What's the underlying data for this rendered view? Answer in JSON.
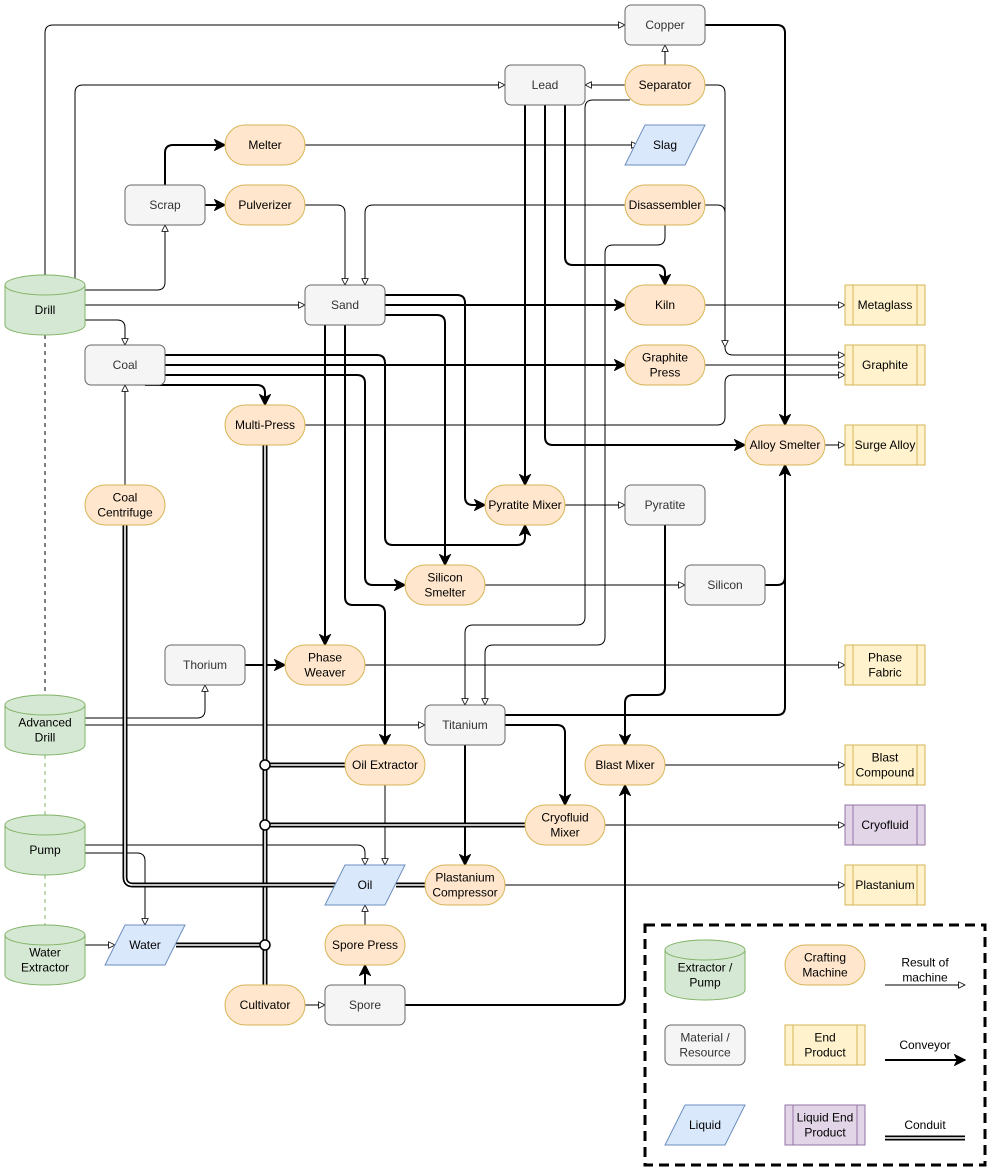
{
  "diagram": {
    "colors": {
      "extractor_fill": "#d5e8d4",
      "extractor_stroke": "#82b366",
      "machine_fill": "#ffe6cc",
      "machine_stroke": "#d6b656",
      "material_fill": "#f5f5f5",
      "material_stroke": "#666666",
      "liquid_fill": "#dae8fc",
      "liquid_stroke": "#6c8ebf",
      "product_fill": "#fff2cc",
      "product_stroke": "#d6b656",
      "liquid_product_fill": "#e1d5e7",
      "liquid_product_stroke": "#9673a6"
    },
    "nodes": [
      {
        "id": "copper",
        "type": "material",
        "lines": [
          "Copper"
        ]
      },
      {
        "id": "lead",
        "type": "material",
        "lines": [
          "Lead"
        ]
      },
      {
        "id": "separator",
        "type": "machine",
        "lines": [
          "Separator"
        ]
      },
      {
        "id": "melter",
        "type": "machine",
        "lines": [
          "Melter"
        ]
      },
      {
        "id": "slag",
        "type": "liquid",
        "lines": [
          "Slag"
        ]
      },
      {
        "id": "scrap",
        "type": "material",
        "lines": [
          "Scrap"
        ]
      },
      {
        "id": "pulverizer",
        "type": "machine",
        "lines": [
          "Pulverizer"
        ]
      },
      {
        "id": "disassembler",
        "type": "machine",
        "lines": [
          "Disassembler"
        ]
      },
      {
        "id": "drill",
        "type": "extractor",
        "lines": [
          "Drill"
        ]
      },
      {
        "id": "sand",
        "type": "material",
        "lines": [
          "Sand"
        ]
      },
      {
        "id": "kiln",
        "type": "machine",
        "lines": [
          "Kiln"
        ]
      },
      {
        "id": "metaglass",
        "type": "product",
        "lines": [
          "Metaglass"
        ]
      },
      {
        "id": "coal",
        "type": "material",
        "lines": [
          "Coal"
        ]
      },
      {
        "id": "graphite_press",
        "type": "machine",
        "lines": [
          "Graphite",
          "Press"
        ]
      },
      {
        "id": "graphite",
        "type": "product",
        "lines": [
          "Graphite"
        ]
      },
      {
        "id": "multi_press",
        "type": "machine",
        "lines": [
          "Multi-Press"
        ]
      },
      {
        "id": "alloy_smelter",
        "type": "machine",
        "lines": [
          "Alloy Smelter"
        ]
      },
      {
        "id": "surge_alloy",
        "type": "product",
        "lines": [
          "Surge Alloy"
        ]
      },
      {
        "id": "coal_centrifuge",
        "type": "machine",
        "lines": [
          "Coal",
          "Centrifuge"
        ]
      },
      {
        "id": "pyratite_mixer",
        "type": "machine",
        "lines": [
          "Pyratite Mixer"
        ]
      },
      {
        "id": "pyratite",
        "type": "material",
        "lines": [
          "Pyratite"
        ]
      },
      {
        "id": "silicon_smelter",
        "type": "machine",
        "lines": [
          "Silicon",
          "Smelter"
        ]
      },
      {
        "id": "silicon",
        "type": "material",
        "lines": [
          "Silicon"
        ]
      },
      {
        "id": "thorium",
        "type": "material",
        "lines": [
          "Thorium"
        ]
      },
      {
        "id": "phase_weaver",
        "type": "machine",
        "lines": [
          "Phase",
          "Weaver"
        ]
      },
      {
        "id": "phase_fabric",
        "type": "product",
        "lines": [
          "Phase",
          "Fabric"
        ]
      },
      {
        "id": "advanced_drill",
        "type": "extractor",
        "lines": [
          "Advanced",
          "Drill"
        ]
      },
      {
        "id": "titanium",
        "type": "material",
        "lines": [
          "Titanium"
        ]
      },
      {
        "id": "oil_extractor",
        "type": "machine",
        "lines": [
          "Oil Extractor"
        ]
      },
      {
        "id": "blast_mixer",
        "type": "machine",
        "lines": [
          "Blast Mixer"
        ]
      },
      {
        "id": "blast_compound",
        "type": "product",
        "lines": [
          "Blast",
          "Compound"
        ]
      },
      {
        "id": "pump",
        "type": "extractor",
        "lines": [
          "Pump"
        ]
      },
      {
        "id": "cryofluid_mixer",
        "type": "machine",
        "lines": [
          "Cryofluid",
          "Mixer"
        ]
      },
      {
        "id": "cryofluid",
        "type": "liquid_product",
        "lines": [
          "Cryofluid"
        ]
      },
      {
        "id": "oil",
        "type": "liquid",
        "lines": [
          "Oil"
        ]
      },
      {
        "id": "plastanium_compressor",
        "type": "machine",
        "lines": [
          "Plastanium",
          "Compressor"
        ]
      },
      {
        "id": "plastanium",
        "type": "product",
        "lines": [
          "Plastanium"
        ]
      },
      {
        "id": "water_extractor",
        "type": "extractor",
        "lines": [
          "Water",
          "Extractor"
        ]
      },
      {
        "id": "water",
        "type": "liquid",
        "lines": [
          "Water"
        ]
      },
      {
        "id": "spore_press",
        "type": "machine",
        "lines": [
          "Spore Press"
        ]
      },
      {
        "id": "cultivator",
        "type": "machine",
        "lines": [
          "Cultivator"
        ]
      },
      {
        "id": "spore",
        "type": "material",
        "lines": [
          "Spore"
        ]
      }
    ],
    "edges": [
      {
        "from": "drill",
        "to": "copper",
        "kind": "result"
      },
      {
        "from": "drill",
        "to": "lead",
        "kind": "result"
      },
      {
        "from": "drill",
        "to": "scrap",
        "kind": "result"
      },
      {
        "from": "drill",
        "to": "sand",
        "kind": "result"
      },
      {
        "from": "drill",
        "to": "coal",
        "kind": "result"
      },
      {
        "from": "separator",
        "to": "copper",
        "kind": "result"
      },
      {
        "from": "separator",
        "to": "lead",
        "kind": "result"
      },
      {
        "from": "separator",
        "to": "graphite",
        "kind": "result"
      },
      {
        "from": "separator",
        "to": "titanium",
        "kind": "result"
      },
      {
        "from": "scrap",
        "to": "melter",
        "kind": "conveyor"
      },
      {
        "from": "scrap",
        "to": "pulverizer",
        "kind": "conveyor"
      },
      {
        "from": "melter",
        "to": "slag",
        "kind": "result"
      },
      {
        "from": "slag",
        "to": "separator",
        "kind": "conduit"
      },
      {
        "from": "slag",
        "to": "disassembler",
        "kind": "conduit"
      },
      {
        "from": "pulverizer",
        "to": "sand",
        "kind": "result"
      },
      {
        "from": "disassembler",
        "to": "sand",
        "kind": "result"
      },
      {
        "from": "disassembler",
        "to": "graphite",
        "kind": "result"
      },
      {
        "from": "disassembler",
        "to": "titanium",
        "kind": "result"
      },
      {
        "from": "copper",
        "to": "alloy_smelter",
        "kind": "conveyor"
      },
      {
        "from": "lead",
        "to": "pyratite_mixer",
        "kind": "conveyor"
      },
      {
        "from": "lead",
        "to": "alloy_smelter",
        "kind": "conveyor"
      },
      {
        "from": "lead",
        "to": "kiln",
        "kind": "conveyor"
      },
      {
        "from": "sand",
        "to": "kiln",
        "kind": "conveyor"
      },
      {
        "from": "sand",
        "to": "pyratite_mixer",
        "kind": "conveyor"
      },
      {
        "from": "sand",
        "to": "silicon_smelter",
        "kind": "conveyor"
      },
      {
        "from": "sand",
        "to": "phase_weaver",
        "kind": "conveyor"
      },
      {
        "from": "sand",
        "to": "oil_extractor",
        "kind": "conveyor"
      },
      {
        "from": "kiln",
        "to": "metaglass",
        "kind": "result"
      },
      {
        "from": "coal",
        "to": "graphite_press",
        "kind": "conveyor"
      },
      {
        "from": "coal",
        "to": "pyratite_mixer",
        "kind": "conveyor"
      },
      {
        "from": "coal",
        "to": "silicon_smelter",
        "kind": "conveyor"
      },
      {
        "from": "coal",
        "to": "multi_press",
        "kind": "conveyor"
      },
      {
        "from": "graphite_press",
        "to": "graphite",
        "kind": "result"
      },
      {
        "from": "multi_press",
        "to": "graphite",
        "kind": "result"
      },
      {
        "from": "alloy_smelter",
        "to": "surge_alloy",
        "kind": "result"
      },
      {
        "from": "coal_centrifuge",
        "to": "coal",
        "kind": "result"
      },
      {
        "from": "pyratite_mixer",
        "to": "pyratite",
        "kind": "result"
      },
      {
        "from": "silicon_smelter",
        "to": "silicon",
        "kind": "result"
      },
      {
        "from": "silicon",
        "to": "alloy_smelter",
        "kind": "conveyor"
      },
      {
        "from": "thorium",
        "to": "phase_weaver",
        "kind": "conveyor"
      },
      {
        "from": "phase_weaver",
        "to": "phase_fabric",
        "kind": "result"
      },
      {
        "from": "advanced_drill",
        "to": "thorium",
        "kind": "result"
      },
      {
        "from": "advanced_drill",
        "to": "titanium",
        "kind": "result"
      },
      {
        "from": "titanium",
        "to": "alloy_smelter",
        "kind": "conveyor"
      },
      {
        "from": "titanium",
        "to": "cryofluid_mixer",
        "kind": "conveyor"
      },
      {
        "from": "titanium",
        "to": "plastanium_compressor",
        "kind": "conveyor"
      },
      {
        "from": "pyratite",
        "to": "blast_mixer",
        "kind": "conveyor"
      },
      {
        "from": "spore",
        "to": "blast_mixer",
        "kind": "conveyor"
      },
      {
        "from": "blast_mixer",
        "to": "blast_compound",
        "kind": "result"
      },
      {
        "from": "oil_extractor",
        "to": "oil",
        "kind": "result"
      },
      {
        "from": "pump",
        "to": "oil",
        "kind": "result"
      },
      {
        "from": "pump",
        "to": "water",
        "kind": "result"
      },
      {
        "from": "water_extractor",
        "to": "water",
        "kind": "result"
      },
      {
        "from": "cryofluid_mixer",
        "to": "cryofluid",
        "kind": "result"
      },
      {
        "from": "oil",
        "to": "plastanium_compressor",
        "kind": "conduit"
      },
      {
        "from": "plastanium_compressor",
        "to": "plastanium",
        "kind": "result"
      },
      {
        "from": "spore_press",
        "to": "oil",
        "kind": "result"
      },
      {
        "from": "cultivator",
        "to": "spore",
        "kind": "result"
      },
      {
        "from": "spore",
        "to": "spore_press",
        "kind": "conveyor"
      },
      {
        "from": "water",
        "to": "multi_press",
        "kind": "conduit"
      },
      {
        "from": "water",
        "to": "oil_extractor",
        "kind": "conduit"
      },
      {
        "from": "water",
        "to": "cryofluid_mixer",
        "kind": "conduit"
      },
      {
        "from": "water",
        "to": "cultivator",
        "kind": "conduit"
      },
      {
        "from": "oil",
        "to": "coal_centrifuge",
        "kind": "conduit"
      }
    ]
  },
  "legend": {
    "items": [
      {
        "id": "extractor",
        "type": "extractor",
        "lines": [
          "Extractor /",
          "Pump"
        ]
      },
      {
        "id": "machine",
        "type": "machine",
        "lines": [
          "Crafting",
          "Machine"
        ]
      },
      {
        "id": "material",
        "type": "material",
        "lines": [
          "Material /",
          "Resource"
        ]
      },
      {
        "id": "product",
        "type": "product",
        "lines": [
          "End",
          "Product"
        ]
      },
      {
        "id": "liquid",
        "type": "liquid",
        "lines": [
          "Liquid"
        ]
      },
      {
        "id": "liquid_product",
        "type": "liquid_product",
        "lines": [
          "Liquid End",
          "Product"
        ]
      }
    ],
    "edges": [
      {
        "kind": "result",
        "lines": [
          "Result of",
          "machine"
        ]
      },
      {
        "kind": "conveyor",
        "lines": [
          "Conveyor"
        ]
      },
      {
        "kind": "conduit",
        "lines": [
          "Conduit"
        ]
      }
    ]
  }
}
